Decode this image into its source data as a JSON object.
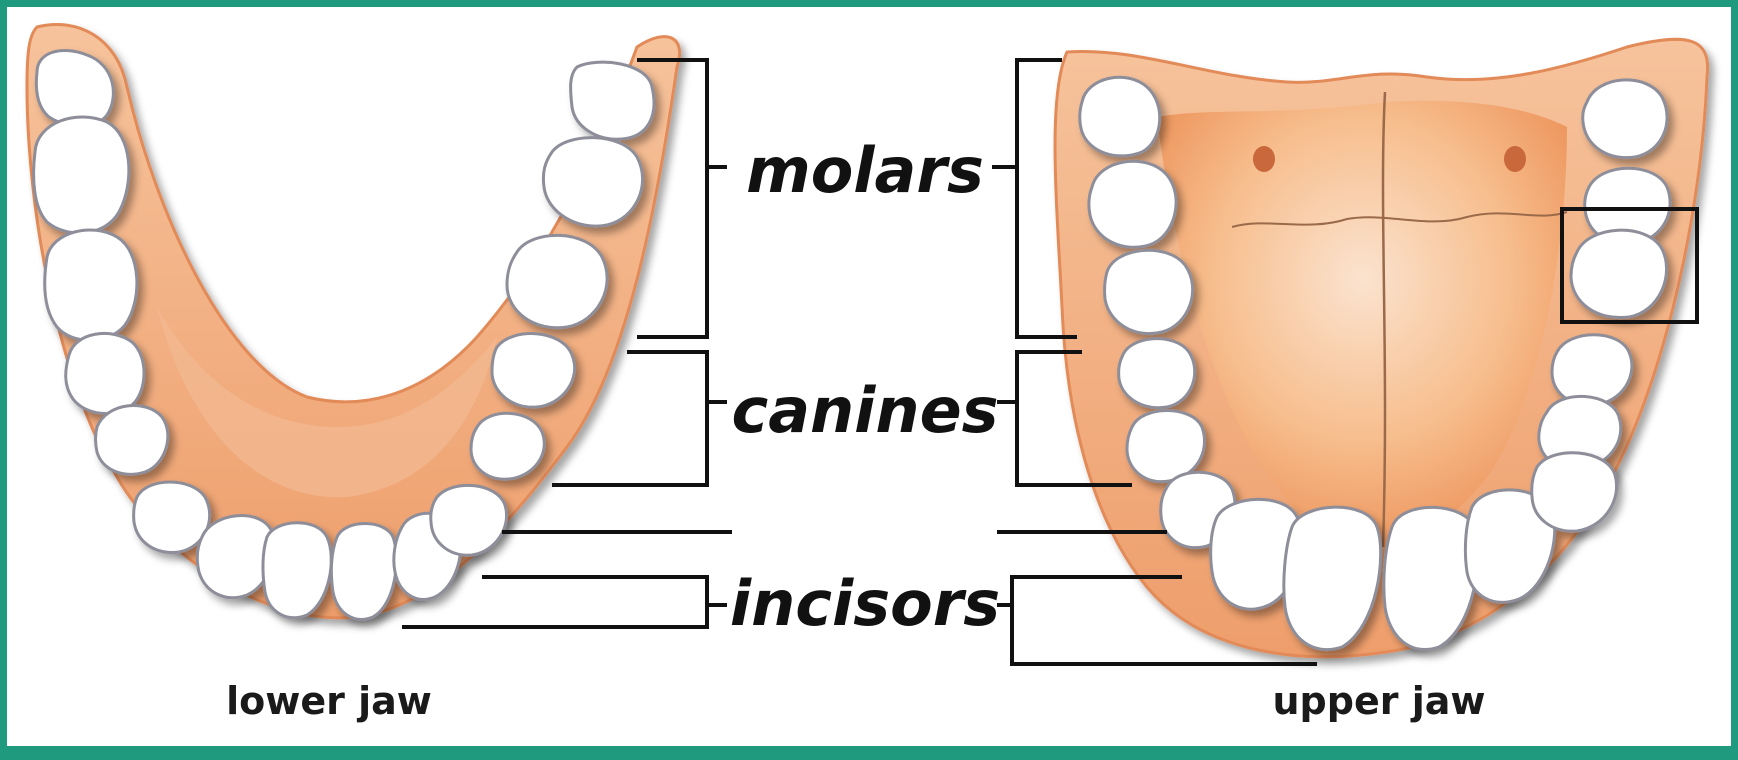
{
  "labels": {
    "molars": "molars",
    "canines": "canines",
    "incisors": "incisors"
  },
  "captions": {
    "lower_jaw": "lower jaw",
    "upper_jaw": "upper jaw"
  },
  "colors": {
    "frame": "#1f9a7e",
    "gum": "#f0a878",
    "gum_dark": "#e07f4a",
    "palate": "#f4a96f",
    "tooth": "#ffffff",
    "tooth_outline": "#9a9aa6",
    "leader_line": "#111111"
  }
}
